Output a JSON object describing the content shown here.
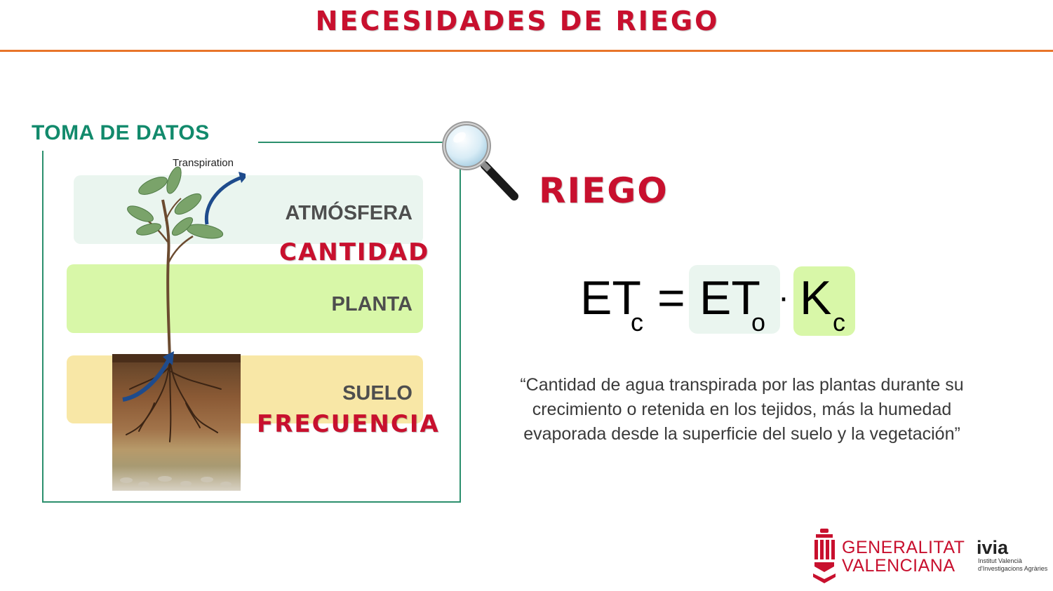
{
  "header": {
    "title": "NECESIDADES DE RIEGO"
  },
  "data_panel": {
    "section_label": "TOMA DE DATOS",
    "transpiration_label": "Transpiration",
    "layers": [
      {
        "label": "ATMÓSFERA",
        "color": "#eaf5ef"
      },
      {
        "label": "PLANTA",
        "color": "#d8f7a8"
      },
      {
        "label": "SUELO",
        "color": "#f8e7a6"
      }
    ],
    "keywords": {
      "quantity": "CANTIDAD",
      "frequency": "FRECUENCIA"
    }
  },
  "focus": {
    "label": "RIEGO"
  },
  "formula": {
    "lhs": "ET",
    "lhs_sub": "c",
    "equals": "=",
    "term1": "ET",
    "term1_sub": "o",
    "dot": "·",
    "term2": "K",
    "term2_sub": "c"
  },
  "definition": "“Cantidad de agua transpirada por las plantas durante su crecimiento o retenida en los tejidos, más la humedad evaporada desde la superficie del suelo y la vegetación”",
  "footer": {
    "gv_line1": "GENERALITAT",
    "gv_line2": "VALENCIANA",
    "ivia_brand": "ivia",
    "ivia_line1": "Institut Valencià",
    "ivia_line2": "d'Investigacions Agràries"
  },
  "colors": {
    "accent_red": "#c8102e",
    "rule_orange": "#e8752a",
    "frame_green": "#2b8f6d",
    "label_green": "#128a6c"
  }
}
